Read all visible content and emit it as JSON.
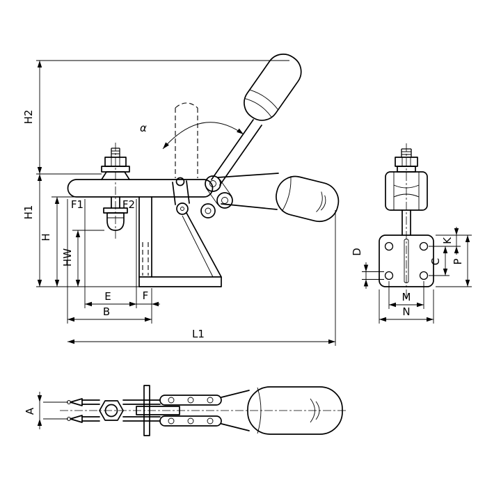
{
  "drawing": {
    "labels": {
      "alpha": "α",
      "h2": "H2",
      "h1": "H1",
      "h": "H",
      "hw": "HW",
      "f1": "F1",
      "f2": "F2",
      "e": "E",
      "f": "F",
      "b": "B",
      "l1": "L1",
      "d": "D",
      "m": "M",
      "n": "N",
      "c": "C",
      "k": "K",
      "p": "P",
      "a": "A"
    },
    "colors": {
      "line": "#000000",
      "background": "#ffffff"
    }
  }
}
